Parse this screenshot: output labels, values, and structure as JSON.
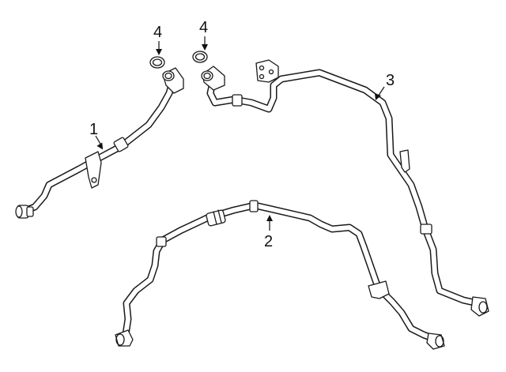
{
  "diagram": {
    "callouts": [
      {
        "id": "1",
        "label": "1"
      },
      {
        "id": "2",
        "label": "2"
      },
      {
        "id": "3",
        "label": "3"
      },
      {
        "id": "4a",
        "label": "4"
      },
      {
        "id": "4b",
        "label": "4"
      }
    ]
  }
}
